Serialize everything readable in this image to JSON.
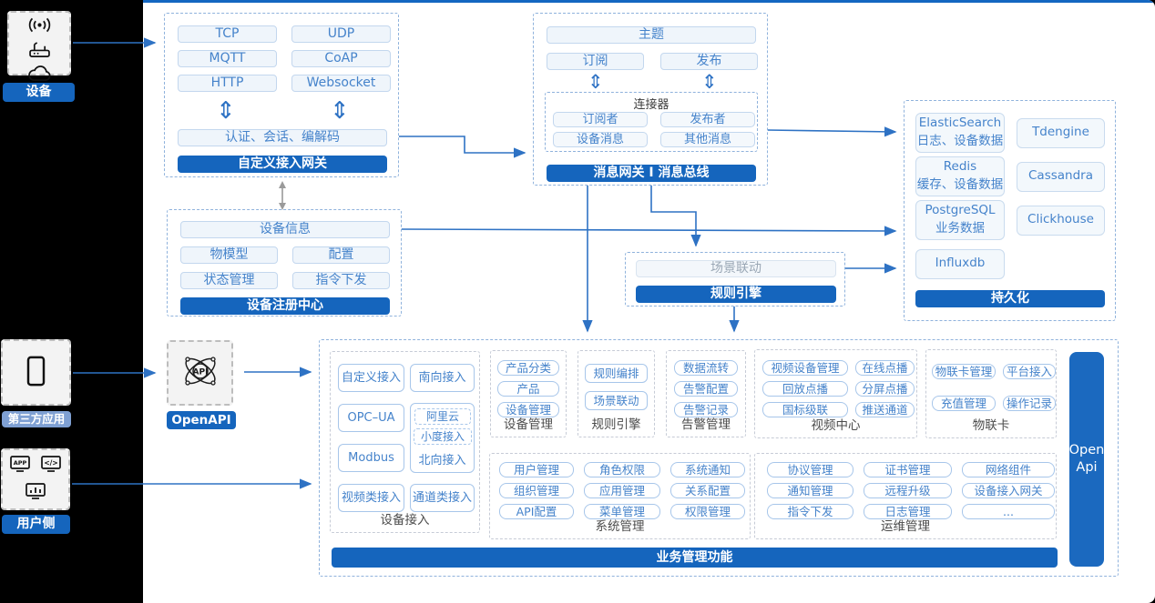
{
  "glyphs": {
    "updown": "⇕"
  },
  "colors": {
    "accent": "#1565bd",
    "arrow": "#2e72c4",
    "chip_text": "#4583cb",
    "muted_label": "#7fa0d3"
  },
  "left_rail": {
    "device": {
      "label": "设备"
    },
    "third_party": {
      "label": "第三方应用"
    },
    "user_side": {
      "label": "用户侧"
    }
  },
  "gateway": {
    "protocols": [
      "TCP",
      "UDP",
      "MQTT",
      "CoAP",
      "HTTP",
      "Websocket"
    ],
    "auth": "认证、会话、编解码",
    "title": "自定义接入网关"
  },
  "message_bus": {
    "topic": "主题",
    "subscribe": "订阅",
    "publish": "发布",
    "connector": {
      "title": "连接器",
      "items": [
        "订阅者",
        "发布者",
        "设备消息",
        "其他消息"
      ]
    },
    "title": "消息网关 I 消息总线"
  },
  "registry": {
    "device_info": "设备信息",
    "items": [
      "物模型",
      "配置",
      "状态管理",
      "指令下发"
    ],
    "title": "设备注册中心"
  },
  "rule_engine_box": {
    "scene": "场景联动",
    "title": "规则引擎"
  },
  "persistence": {
    "elasticsearch": "ElasticSearch\n日志、设备数据",
    "tdengine": "Tdengine",
    "redis": "Redis\n缓存、设备数据",
    "cassandra": "Cassandra",
    "postgresql": "PostgreSQL\n业务数据",
    "clickhouse": "Clickhouse",
    "influxdb": "Influxdb",
    "title": "持久化"
  },
  "openapi": {
    "label": "OpenAPI"
  },
  "business": {
    "title": "业务管理功能",
    "open_api": "Open\nApi",
    "device_access": {
      "label": "设备接入",
      "custom": "自定义接入",
      "south": "南向接入",
      "opcua": "OPC–UA",
      "modbus": "Modbus",
      "video": "视频类接入",
      "channel": "通道类接入",
      "north": {
        "ali": "阿里云",
        "xiaodu": "小度接入",
        "label": "北向接入"
      }
    },
    "device_mgmt": {
      "label": "设备管理",
      "items": [
        "产品分类",
        "产品",
        "设备管理"
      ]
    },
    "rule_engine": {
      "label": "规则引擎",
      "items": [
        "规则编排",
        "场景联动"
      ]
    },
    "alarm": {
      "label": "告警管理",
      "items": [
        "数据流转",
        "告警配置",
        "告警记录"
      ]
    },
    "video": {
      "label": "视频中心",
      "items": [
        "视频设备管理",
        "在线点播",
        "回放点播",
        "分屏点播",
        "国标级联",
        "推送通道"
      ]
    },
    "iot_card": {
      "label": "物联卡",
      "items": [
        "物联卡管理",
        "平台接入",
        "充值管理",
        "操作记录"
      ]
    },
    "system": {
      "label": "系统管理",
      "items": [
        "用户管理",
        "角色权限",
        "系统通知",
        "组织管理",
        "应用管理",
        "关系配置",
        "API配置",
        "菜单管理",
        "权限管理"
      ]
    },
    "ops": {
      "label": "运维管理",
      "items": [
        "协议管理",
        "证书管理",
        "网络组件",
        "通知管理",
        "远程升级",
        "设备接入网关",
        "指令下发",
        "日志管理",
        "..."
      ]
    }
  }
}
